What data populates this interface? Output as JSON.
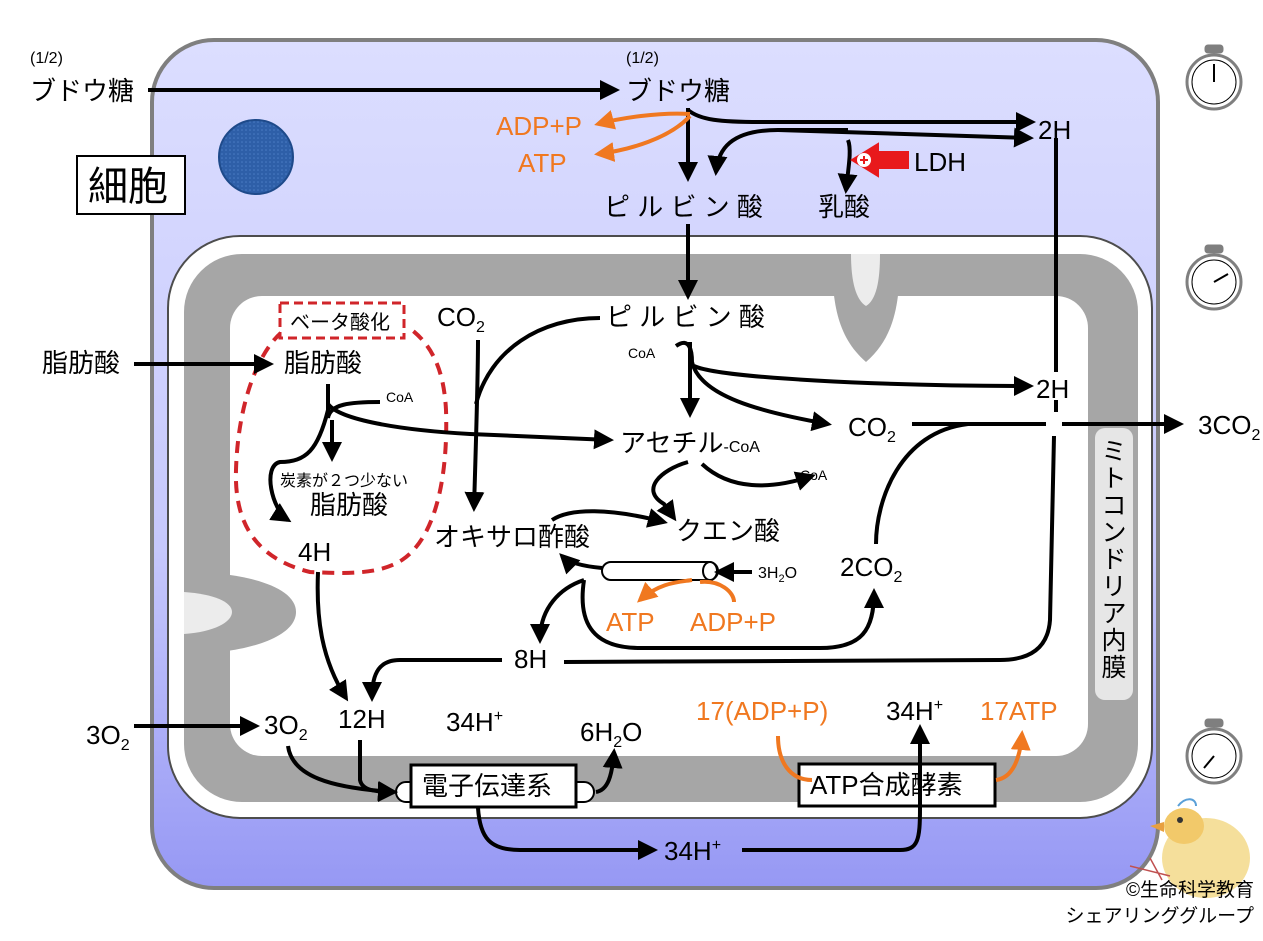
{
  "colors": {
    "cell_fill_top": "#dadcff",
    "cell_fill_bottom": "#9a9cf6",
    "membrane_gray": "#a6a6a6",
    "nucleus_blue": "#2e5fa8",
    "orange": "#f07820",
    "red": "#d0252a"
  },
  "labels": {
    "half_left": "(1/2)",
    "glucose_left": "ブドウ糖",
    "half_mid": "(1/2)",
    "glucose_mid": "ブドウ糖",
    "adp_p_top": "ADP+P",
    "atp_top": "ATP",
    "h2_top": "2H",
    "ldh": "LDH",
    "pyruvate_cyto": "ピ ル ビ ン 酸",
    "lactate": "乳酸",
    "cell": "細胞",
    "beta_ox": "ベータ酸化",
    "co2_left_base": "CO",
    "co2_left_sub": "2",
    "pyruvate_mito": "ピ ル ビ ン 酸",
    "coa_1": "CoA",
    "fatty_acid_out": "脂肪酸",
    "fatty_acid_in": "脂肪酸",
    "coa_2": "CoA",
    "h2_mid": "2H",
    "co2_mid_base": "CO",
    "co2_mid_sub": "2",
    "co2_out_base": "3CO",
    "co2_out_sub": "2",
    "acetyl": "アセチル",
    "acetyl_coa_suffix": "-CoA",
    "two_carbon_less": "炭素が２つ少ない",
    "fatty_acid_short": "脂肪酸",
    "coa_3": "CoA",
    "citric": "クエン酸",
    "oxaloacetic": "オキサロ酢酸",
    "h4": "4H",
    "water_3_pre": "3H",
    "water_3_sub": "2",
    "water_3_post": "O",
    "co2_2_base": "2CO",
    "co2_2_sub": "2",
    "atp_cycle": "ATP",
    "adp_p_cycle": "ADP+P",
    "inner_membrane": "ミトコンドリア内膜",
    "h8": "8H",
    "o2_left_base": "3O",
    "o2_left_sub": "2",
    "o2_in_base": "3O",
    "o2_in_sub": "2",
    "h12": "12H",
    "h34_a": "34H",
    "plus": "+",
    "water_6_pre": "6H",
    "water_6_sub": "2",
    "water_6_post": "O",
    "adp17": "17(ADP+P)",
    "h34_b": "34H",
    "atp17": "17ATP",
    "etc": "電子伝達系",
    "atp_synthase": "ATP合成酵素",
    "h34_c": "34H",
    "credit_1": "©生命科学教育",
    "credit_2": "シェアリンググループ"
  }
}
